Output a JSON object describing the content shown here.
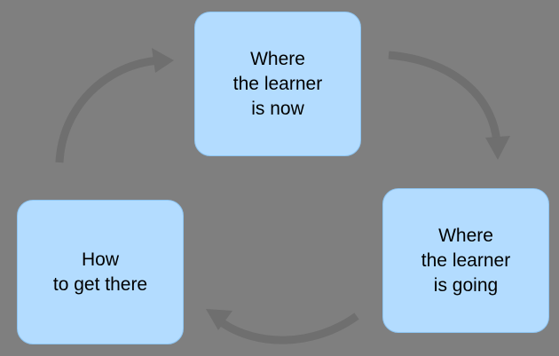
{
  "diagram": {
    "nodes": {
      "top": {
        "label": "Where\nthe learner\nis now"
      },
      "right": {
        "label": "Where\nthe learner\nis going"
      },
      "left": {
        "label": "How\nto get there"
      }
    },
    "colors": {
      "background": "#7f7f7f",
      "node_fill": "#b3dcff",
      "arrow": "#6f6f6f",
      "text": "#000000"
    }
  }
}
